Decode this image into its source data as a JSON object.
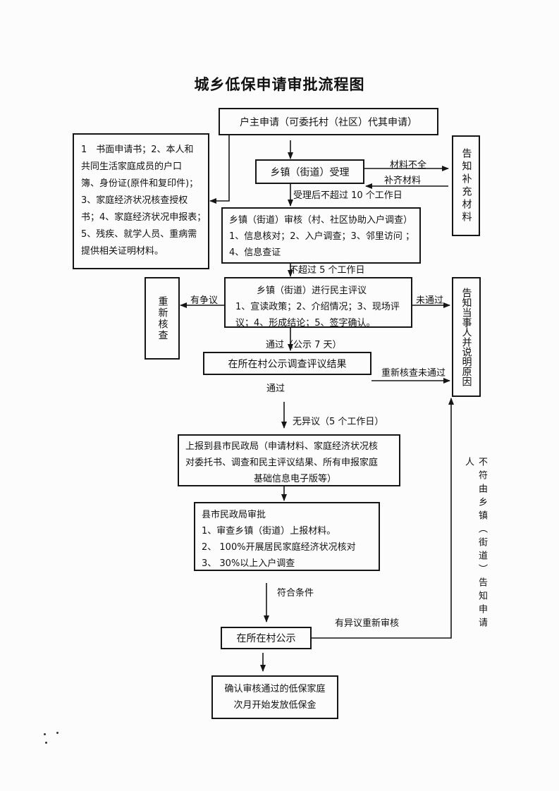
{
  "title": "城乡低保申请审批流程图",
  "boxes": {
    "apply": "户主申请（可委托村（社区）代其申请）",
    "materials": [
      "1　书面申请书；2、本人和",
      "共同生活家庭成员的户口",
      "簿、身份证(原件和复印件)；",
      "3、家庭经济状况核查授权",
      "书；4、家庭经济状况申报表；",
      "5、残疾、就学人员、重病需",
      "提供相关证明材料。"
    ],
    "accept": "乡镇（街道）受理",
    "notify_supplement": "告知补充材料",
    "review": [
      "乡镇（街道）审核（村、社区协助入户调查）",
      "1、信息核对；2、入户调查；3、邻里访问 ；",
      "4、信息查证"
    ],
    "recheck": "重新核查",
    "evaluate": [
      "乡镇（街道）进行民主评议",
      "1、宣读政策；2、介绍情况；3、现场评",
      "议；4、形成结论；5、签字确认。"
    ],
    "notify_party": "告知当事人并说明原因",
    "publicize_village": "在所在村公示调查评议结果",
    "report_county": [
      "上报到县市民政局（申请材料、家庭经济状况核",
      "对委托书、调查和民主评议结果、所有申报家庭",
      "基础信息电子版等）"
    ],
    "county_review": [
      "县市民政局审批",
      "1、审查乡镇（街道）上报材料。",
      "2、 100%开展居民家庭经济状况核对",
      "3、 30%以上入户调查"
    ],
    "final_publicize": "在所在村公示",
    "confirm": [
      "确认审核通过的低保家庭",
      "次月开始发放低保金"
    ]
  },
  "labels": {
    "incomplete": "材料不全",
    "supplemented": "补齐材料",
    "within10": "受理后不超过 10 个工作日",
    "within5": "不超过 5 个工作日",
    "disputed": "有争议",
    "not_passed": "未通过",
    "passed_7days": "通过（公示 7 天）",
    "recheck_failed": "重新核查未通过",
    "passed": "通过",
    "no_objection": "无异议（5 个工作日）",
    "qualified": "符合条件",
    "objection_recheck": "有异议重新审核",
    "notify_applicant": "不符由乡镇（街道）告知申请人"
  }
}
